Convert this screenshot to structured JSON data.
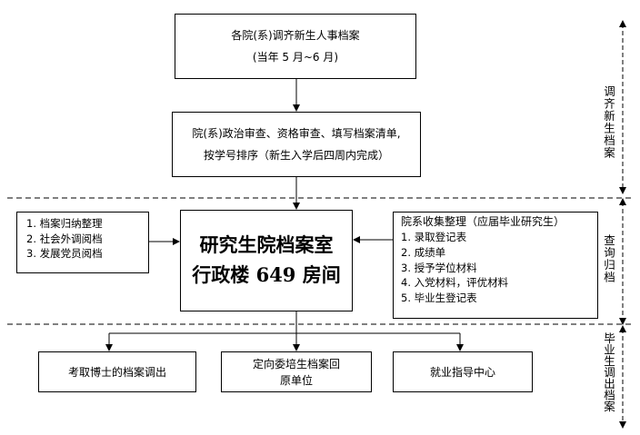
{
  "top_box": {
    "line1": "各院(系)调齐新生人事档案",
    "line2": "(当年 5 月~6 月)"
  },
  "review_box": {
    "line1": "院(系)政治审查、资格审查、填写档案清单,",
    "line2": "按学号排序（新生入学后四周内完成）"
  },
  "left_box": {
    "items": [
      "1.  档案归纳整理",
      "2.  社会外调阅档",
      "3.  发展党员阅档"
    ]
  },
  "center_box": {
    "line1": "研究生院档案室",
    "line2": "行政楼 649 房间"
  },
  "right_box": {
    "title": "院系收集整理（应届毕业研究生）",
    "items": [
      "1.  录取登记表",
      "2.  成绩单",
      "3.  授予学位材料",
      "4.  入党材料，评优材料",
      "5.  毕业生登记表"
    ]
  },
  "bottom_boxes": {
    "left": "考取博士的档案调出",
    "middle_line1": "定向委培生档案回",
    "middle_line2": "原单位",
    "right": "就业指导中心"
  },
  "phase_labels": {
    "phase1": "调齐新生档案",
    "phase2": "查询归档",
    "phase3": "毕业生调出档案"
  }
}
